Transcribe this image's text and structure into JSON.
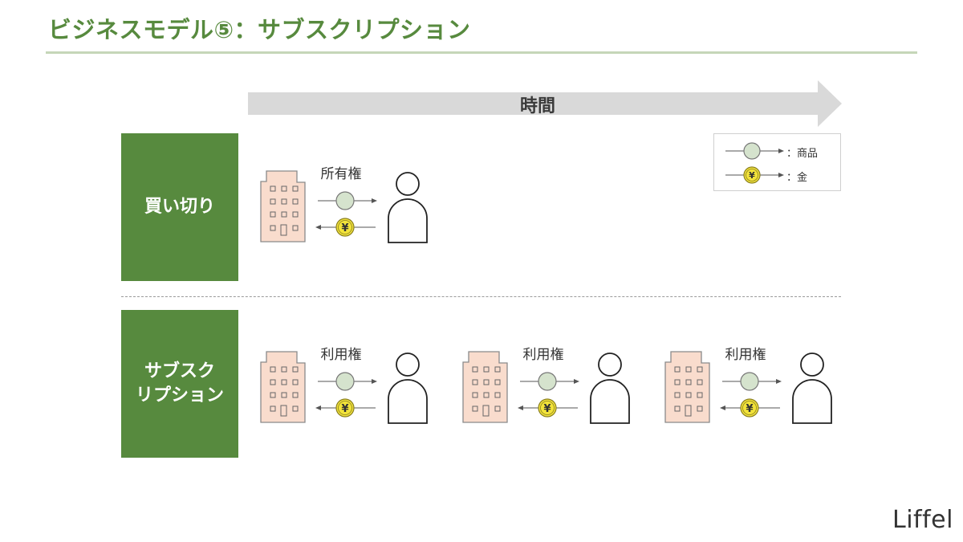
{
  "page": {
    "title": "ビジネスモデル⑤：サブスクリプション",
    "logo_text": "Liffel"
  },
  "timeline": {
    "label": "時間"
  },
  "legend": {
    "items": [
      {
        "symbol": "circle-green",
        "label": "：商品"
      },
      {
        "symbol": "coin-yen",
        "label": "：金"
      }
    ]
  },
  "rows": [
    {
      "label": "買い切り",
      "units": [
        {
          "right_label": "所有権",
          "coin_symbol": "¥"
        }
      ]
    },
    {
      "label": "サブスクリプション",
      "label_lines": [
        "サブスク",
        "リプション"
      ],
      "units": [
        {
          "right_label": "利用権",
          "coin_symbol": "¥"
        },
        {
          "right_label": "利用権",
          "coin_symbol": "¥"
        },
        {
          "right_label": "利用権",
          "coin_symbol": "¥"
        }
      ]
    }
  ],
  "colors": {
    "accent_green": "#578a3e",
    "rule_green": "#c5d6b8",
    "arrow_gray": "#d9d9d9",
    "building_fill": "#f9dccd",
    "goods_fill": "#d5e3cd",
    "coin_fill": "#f2e33a"
  }
}
